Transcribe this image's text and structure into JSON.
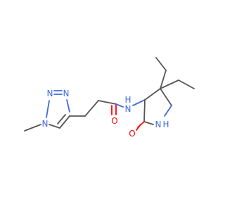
{
  "molecule": {
    "colors": {
      "bond": "#555555",
      "nitrogen": "#4169e1",
      "oxygen": "#ff0000",
      "background": "#ffffff"
    },
    "atoms": {
      "n1": "N",
      "n2": "N",
      "n_methyl": "N",
      "nh_amide": "N",
      "h_amide": "H",
      "o_carbonyl": "O",
      "o_lactam": "O",
      "nh_ring": "N",
      "h_ring": "H"
    }
  }
}
